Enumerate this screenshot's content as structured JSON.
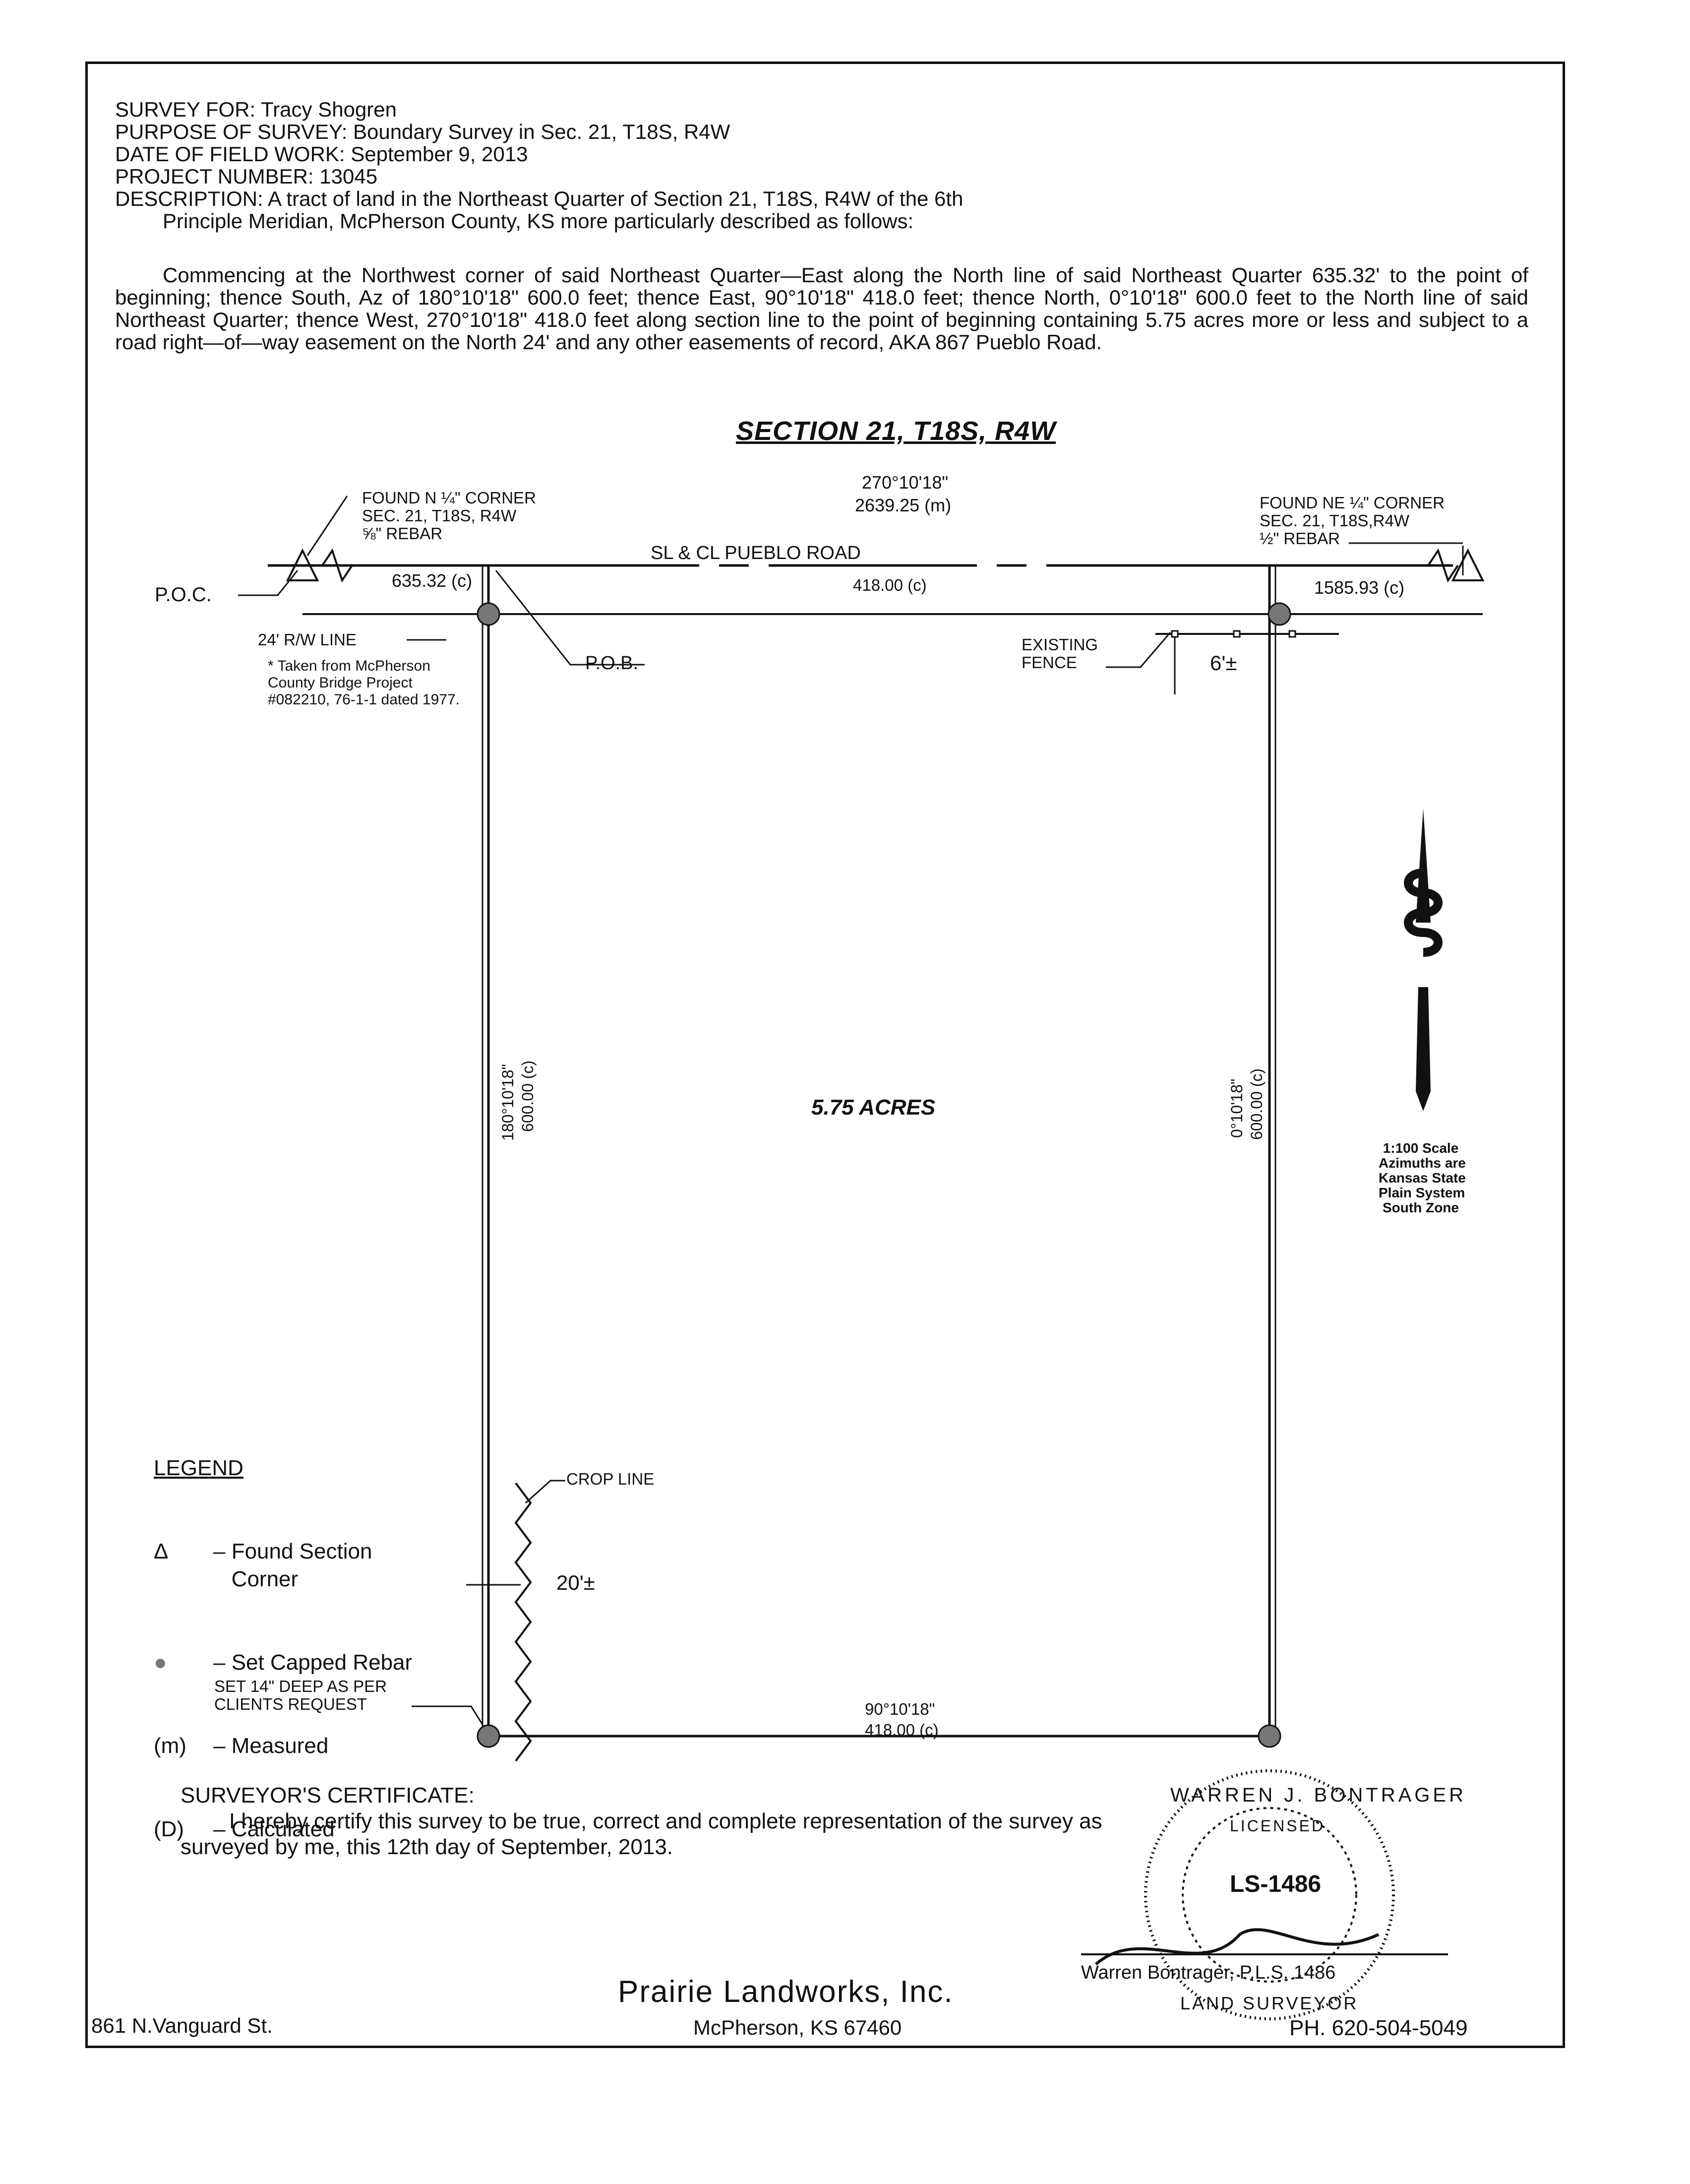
{
  "header": {
    "line1": "SURVEY FOR: Tracy Shogren",
    "line2": "PURPOSE OF SURVEY: Boundary Survey in Sec. 21, T18S, R4W",
    "line3": "DATE OF FIELD WORK: September 9, 2013",
    "line4": "PROJECT NUMBER: 13045",
    "line5": "DESCRIPTION: A tract of land in the Northeast Quarter of Section 21, T18S, R4W of the 6th",
    "line6": "Principle Meridian, McPherson County, KS more particularly described as follows:"
  },
  "body_paragraph": "Commencing at the Northwest corner of said Northeast Quarter—East along the North line of said Northeast Quarter 635.32' to the point of beginning; thence South, Az of 180°10'18\" 600.0 feet; thence East, 90°10'18\" 418.0 feet; thence North, 0°10'18\" 600.0 feet to the North line of said Northeast Quarter; thence West, 270°10'18\" 418.0 feet along section line to the point of beginning containing 5.75 acres more or less and subject to a road right—of—way easement on the North 24' and any other easements of record, AKA 867 Pueblo Road.",
  "section_title": "SECTION 21, T18S, R4W",
  "plat": {
    "found_n_corner": "FOUND N ¼\" CORNER\nSEC. 21, T18S, R4W\n⅝\" REBAR",
    "top_bearing": "270°10'18\"",
    "top_distance": "2639.25 (m)",
    "found_ne_corner": "FOUND NE ¼\" CORNER\nSEC. 21, T18S,R4W\n½\" REBAR",
    "poc": "P.O.C.",
    "road": "SL & CL PUEBLO ROAD",
    "dist_west": "635.32 (c)",
    "dist_north": "418.00 (c)",
    "dist_east": "1585.93 (c)",
    "rw_line": "24' R/W LINE",
    "rw_note": "* Taken from McPherson\nCounty Bridge Project\n#082210, 76-1-1 dated 1977.",
    "pob": "P.O.B.",
    "fence": "EXISTING\nFENCE",
    "fence_offset": "6'±",
    "west_bearing": "180°10'18\"",
    "west_distance": "600.00 (c)",
    "east_bearing": "0°10'18\"",
    "east_distance": "600.00 (c)",
    "acres": "5.75 ACRES",
    "crop_line": "CROP LINE",
    "crop_offset": "20'±",
    "set_note": "SET 14\" DEEP AS PER\nCLIENTS REQUEST",
    "south_bearing": "90°10'18\"",
    "south_distance": "418.00 (c)",
    "scale_note": "1:100 Scale\nAzimuths are\nKansas State\nPlain System\nSouth Zone"
  },
  "legend": {
    "title": "LEGEND",
    "items": [
      {
        "symbol": "Δ",
        "text": "– Found Section\n   Corner"
      },
      {
        "symbol": "●",
        "text": "– Set Capped Rebar"
      },
      {
        "symbol": "(m)",
        "text": "– Measured"
      },
      {
        "symbol": "(D)",
        "text": "– Calculated"
      }
    ]
  },
  "certificate": {
    "title": "SURVEYOR'S CERTIFICATE:",
    "text": "        I hereby certify this survey to be true, correct and complete representation of the survey as\nsurveyed by me, this 12th day of September, 2013."
  },
  "seal": {
    "top_text": "WARREN J. BONTRAGER",
    "middle": "LICENSED",
    "number": "LS-1486",
    "bottom_text": "LAND SURVEYOR"
  },
  "surveyor_line": "Warren Bontrager, P.L.S. 1486",
  "company": "Prairie Landworks, Inc.",
  "company_city": "McPherson, KS 67460",
  "address": "861 N.Vanguard St.",
  "phone": "PH. 620-504-5049"
}
